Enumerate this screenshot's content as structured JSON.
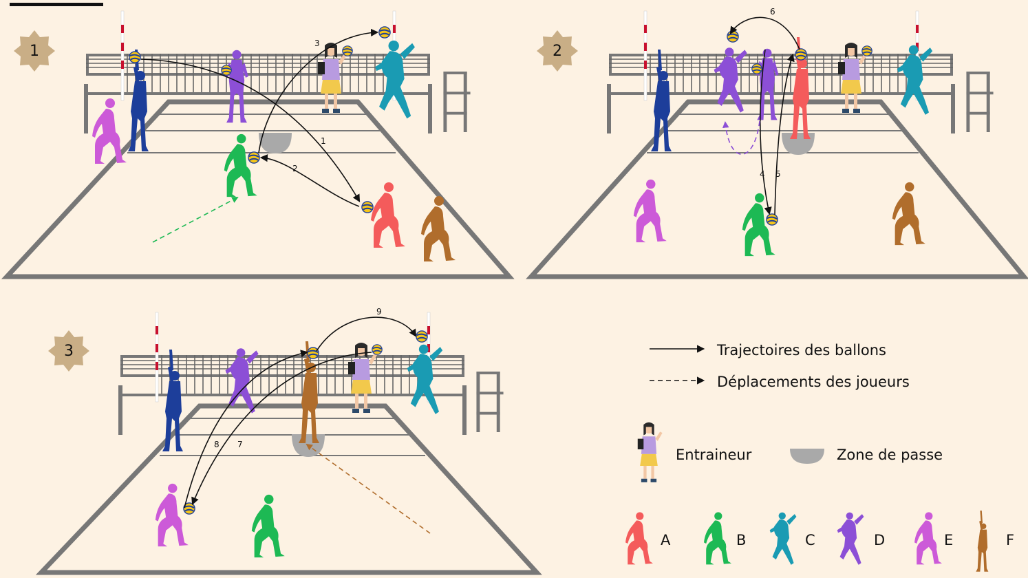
{
  "panels": [
    {
      "step": "1",
      "ball_numbers": [
        "1",
        "2",
        "3"
      ]
    },
    {
      "step": "2",
      "ball_numbers": [
        "4",
        "5",
        "6"
      ]
    },
    {
      "step": "3",
      "ball_numbers": [
        "7",
        "8",
        "9"
      ]
    }
  ],
  "legend": {
    "trajectories_label": "Trajectoires des ballons",
    "movements_label": "Déplacements des joueurs",
    "coach_label": "Entraineur",
    "zone_label": "Zone de passe",
    "players": [
      {
        "letter": "A",
        "color": "#f45b5b"
      },
      {
        "letter": "B",
        "color": "#1db954"
      },
      {
        "letter": "C",
        "color": "#1a9bb3"
      },
      {
        "letter": "D",
        "color": "#8c4fd6"
      },
      {
        "letter": "E",
        "color": "#cc5ad8"
      },
      {
        "letter": "F",
        "color": "#b06d2c"
      }
    ]
  },
  "colors": {
    "background": "#fdf2e3",
    "court_line": "#777777",
    "badge": "#c9ae86",
    "zone": "#a9a9a9",
    "dark_blue": "#1d3e9a"
  }
}
